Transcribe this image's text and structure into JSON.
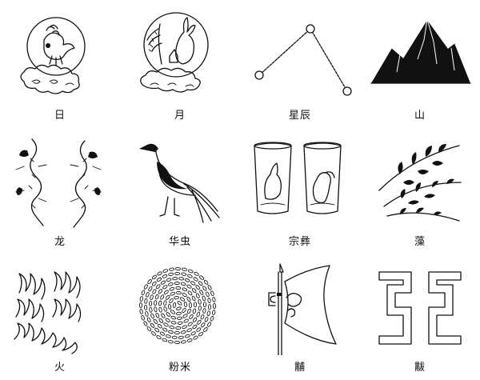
{
  "emblems": [
    {
      "label": "日",
      "icon": "sun-with-three-legged-crow-icon"
    },
    {
      "label": "月",
      "icon": "moon-with-hare-icon"
    },
    {
      "label": "星辰",
      "icon": "star-constellation-icon"
    },
    {
      "label": "山",
      "icon": "mountain-icon"
    },
    {
      "label": "龙",
      "icon": "paired-dragons-icon"
    },
    {
      "label": "华虫",
      "icon": "pheasant-icon"
    },
    {
      "label": "宗彝",
      "icon": "ritual-cups-icon"
    },
    {
      "label": "藻",
      "icon": "water-weed-icon"
    },
    {
      "label": "火",
      "icon": "flames-icon"
    },
    {
      "label": "粉米",
      "icon": "rice-grains-icon"
    },
    {
      "label": "黼",
      "icon": "axe-icon"
    },
    {
      "label": "黻",
      "icon": "fu-symbol-icon"
    }
  ],
  "colors": {
    "ink": "#111111",
    "paper": "#ffffff"
  }
}
